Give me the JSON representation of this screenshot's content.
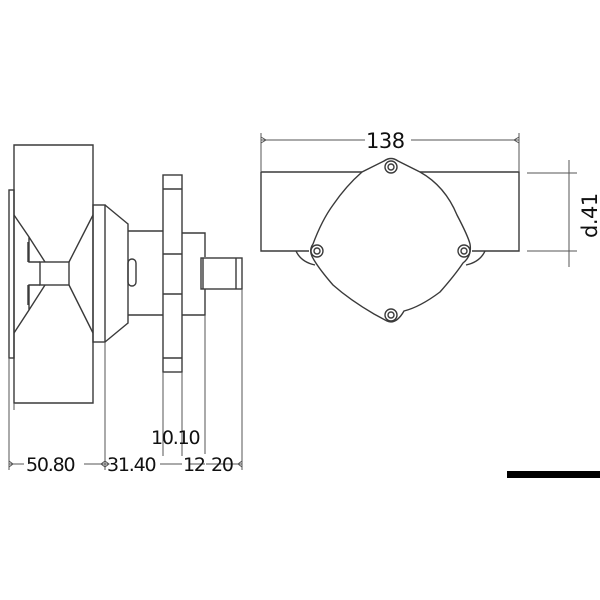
{
  "drawing": {
    "subject": "pump technical drawing",
    "side_view": {
      "dimensions": {
        "impeller_housing": "50.80",
        "body": "31.40",
        "flange": "10.10",
        "rear_section": "12",
        "shaft": "20"
      }
    },
    "front_view": {
      "dimensions": {
        "width": "138",
        "port_diameter": "d.41"
      },
      "bolt_count": 4
    },
    "line_color": "#3a3a3a",
    "scale_bar_color": "#000000"
  }
}
